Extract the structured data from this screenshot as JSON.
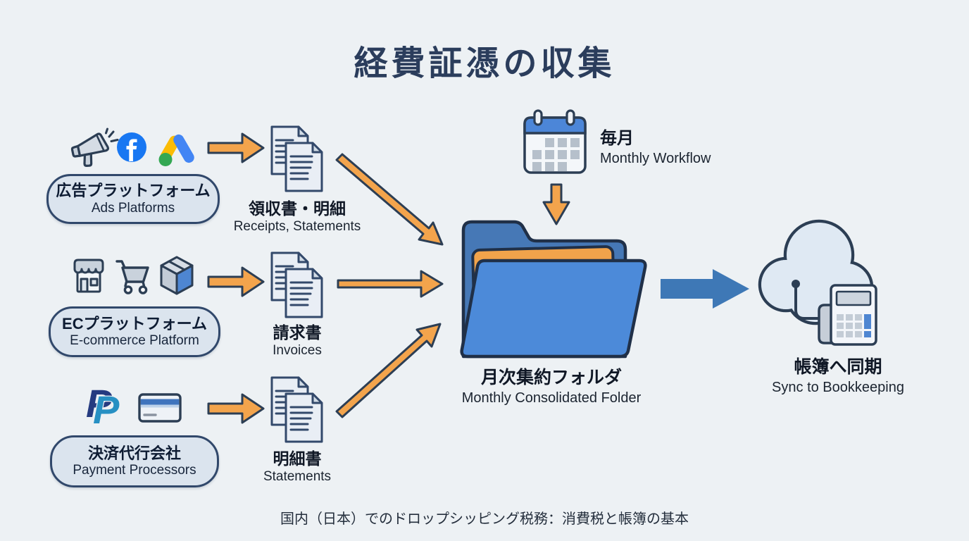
{
  "title": "経費証憑の収集",
  "caption": "国内（日本）でのドロップシッピング税務：消費税と帳簿の基本",
  "sources": [
    {
      "label_ja": "広告プラットフォーム",
      "label_en": "Ads Platforms",
      "doc_ja": "領収書・明細",
      "doc_en": "Receipts, Statements",
      "icons": [
        "megaphone-icon",
        "facebook-icon",
        "google-ads-icon"
      ]
    },
    {
      "label_ja": "ECプラットフォーム",
      "label_en": "E-commerce Platform",
      "doc_ja": "請求書",
      "doc_en": "Invoices",
      "icons": [
        "storefront-icon",
        "shopping-cart-icon",
        "package-box-icon"
      ]
    },
    {
      "label_ja": "決済代行会社",
      "label_en": "Payment Processors",
      "doc_ja": "明細書",
      "doc_en": "Statements",
      "icons": [
        "paypal-icon",
        "credit-card-icon"
      ]
    }
  ],
  "schedule": {
    "label_ja": "毎月",
    "label_en": "Monthly Workflow"
  },
  "folder": {
    "label_ja": "月次集約フォルダ",
    "label_en": "Monthly Consolidated Folder"
  },
  "sync": {
    "label_ja": "帳簿へ同期",
    "label_en": "Sync to Bookkeeping"
  },
  "paypal_letter": "P",
  "facebook_letter": "f",
  "colors": {
    "background": "#edf1f4",
    "outline_navy": "#2c3e54",
    "accent_orange": "#f3a44c",
    "folder_back_blue": "#4678b6",
    "folder_front_blue": "#4c8ad9",
    "folder_paper_orange": "#f1a34b",
    "sync_arrow_blue": "#3e78b6",
    "facebook_blue": "#1877f2",
    "google_yellow": "#fbbc05",
    "google_blue": "#4285f4",
    "google_green": "#34a853",
    "paypal_navy": "#253b80",
    "paypal_blue": "#2790c3",
    "title_navy": "#2b3d5c"
  }
}
